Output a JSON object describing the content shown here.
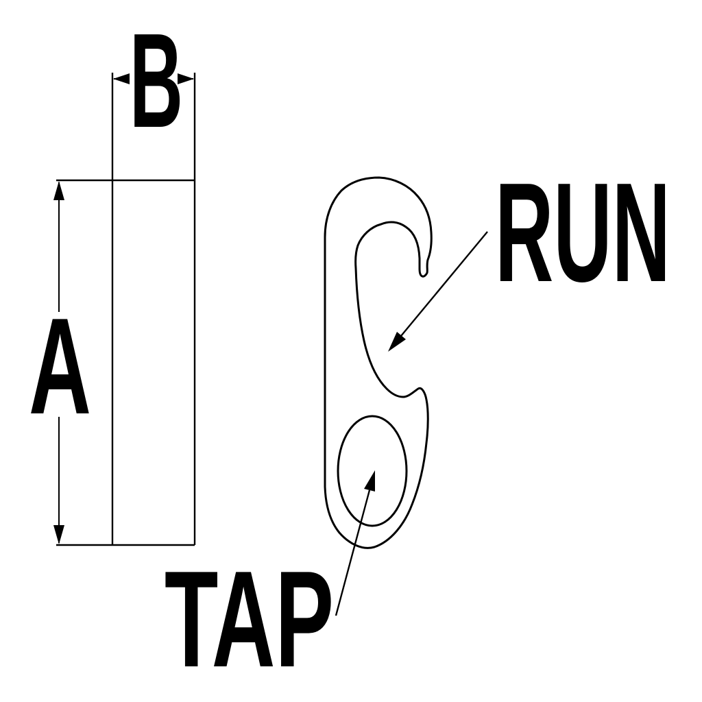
{
  "diagram": {
    "background_color": "#ffffff",
    "stroke_color": "#000000",
    "labels": {
      "dimension_a": "A",
      "dimension_b": "B",
      "run": "RUN",
      "tap": "TAP"
    }
  }
}
